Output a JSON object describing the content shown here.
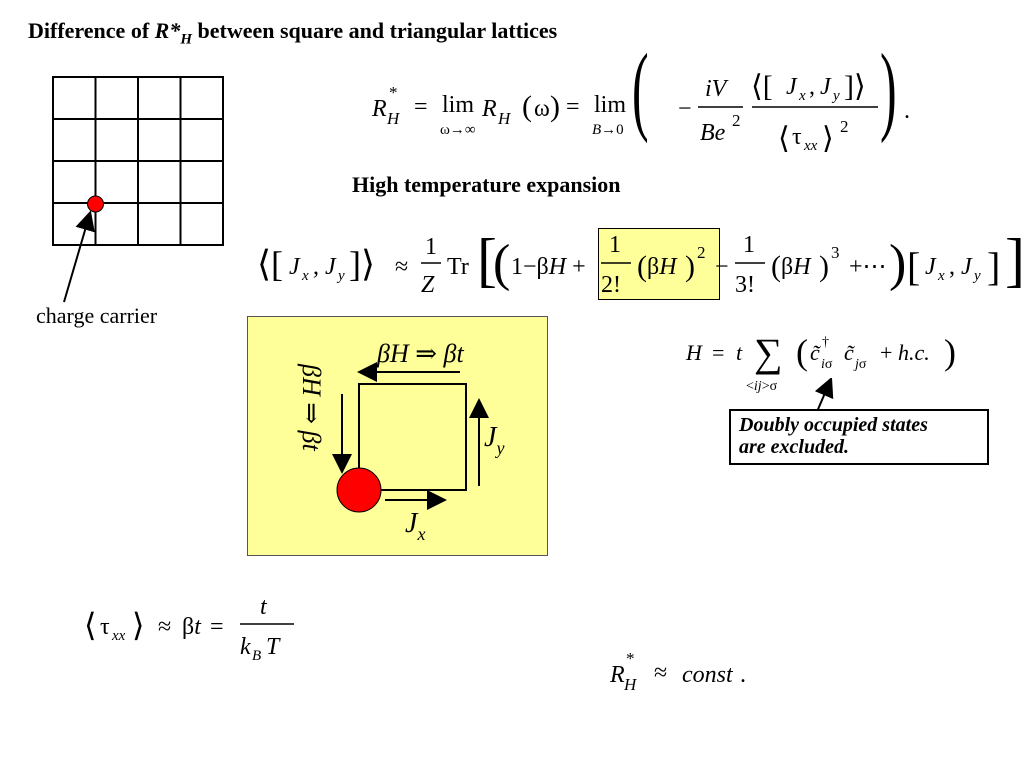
{
  "slide": {
    "title_prefix": "Difference of ",
    "title_symbol": "R*",
    "title_subscript": "H",
    "title_suffix": " between square and triangular lattices",
    "charge_label": "charge carrier",
    "subheading": "High temperature expansion",
    "callout_line1": "Doubly occupied states",
    "callout_line2": "are excluded."
  },
  "colors": {
    "carrier_red": "#ff0000",
    "yellow_box": "#ffff99",
    "highlight": "#ffff99"
  },
  "diagram": {
    "top_label": "βH ⇒ βt",
    "side_label": "βH ⇒ βt",
    "jy_label": "J",
    "jy_sub": "y",
    "jx_label": "J",
    "jx_sub": "x"
  }
}
